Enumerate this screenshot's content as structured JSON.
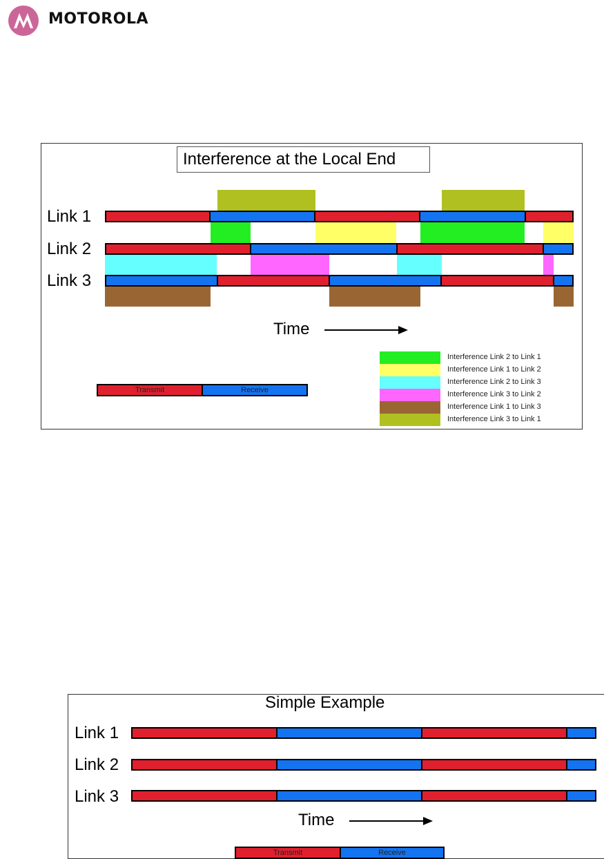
{
  "brand": {
    "name": "MOTOROLA"
  },
  "colors": {
    "transmit": "#e0202e",
    "receive": "#1473f0",
    "if_2_to_1": "#22ee22",
    "if_1_to_2": "#ffff66",
    "if_2_to_3": "#66ffff",
    "if_3_to_2": "#ff66ff",
    "if_1_to_3": "#996633",
    "if_3_to_1": "#b0c020"
  },
  "diagram1": {
    "title": "Interference at the Local End",
    "links": [
      "Link 1",
      "Link 2",
      "Link 3"
    ],
    "time_label": "Time",
    "key": {
      "transmit": "Transmit",
      "receive": "Receive"
    },
    "legend": [
      {
        "label": "Interference Link 2 to Link 1",
        "color": "#22ee22"
      },
      {
        "label": "Interference Link 1 to Link 2",
        "color": "#ffff66"
      },
      {
        "label": "Interference Link 2 to Link 3",
        "color": "#66ffff"
      },
      {
        "label": "Interference Link 3 to Link 2",
        "color": "#ff66ff"
      },
      {
        "label": "Interference Link 1 to Link 3",
        "color": "#996633"
      },
      {
        "label": "Interference Link 3 to Link 1",
        "color": "#b0c020"
      }
    ]
  },
  "diagram2": {
    "title": "Simple Example",
    "links": [
      "Link 1",
      "Link 2",
      "Link 3"
    ],
    "time_label": "Time",
    "key": {
      "transmit": "Transmit",
      "receive": "Receive"
    }
  }
}
